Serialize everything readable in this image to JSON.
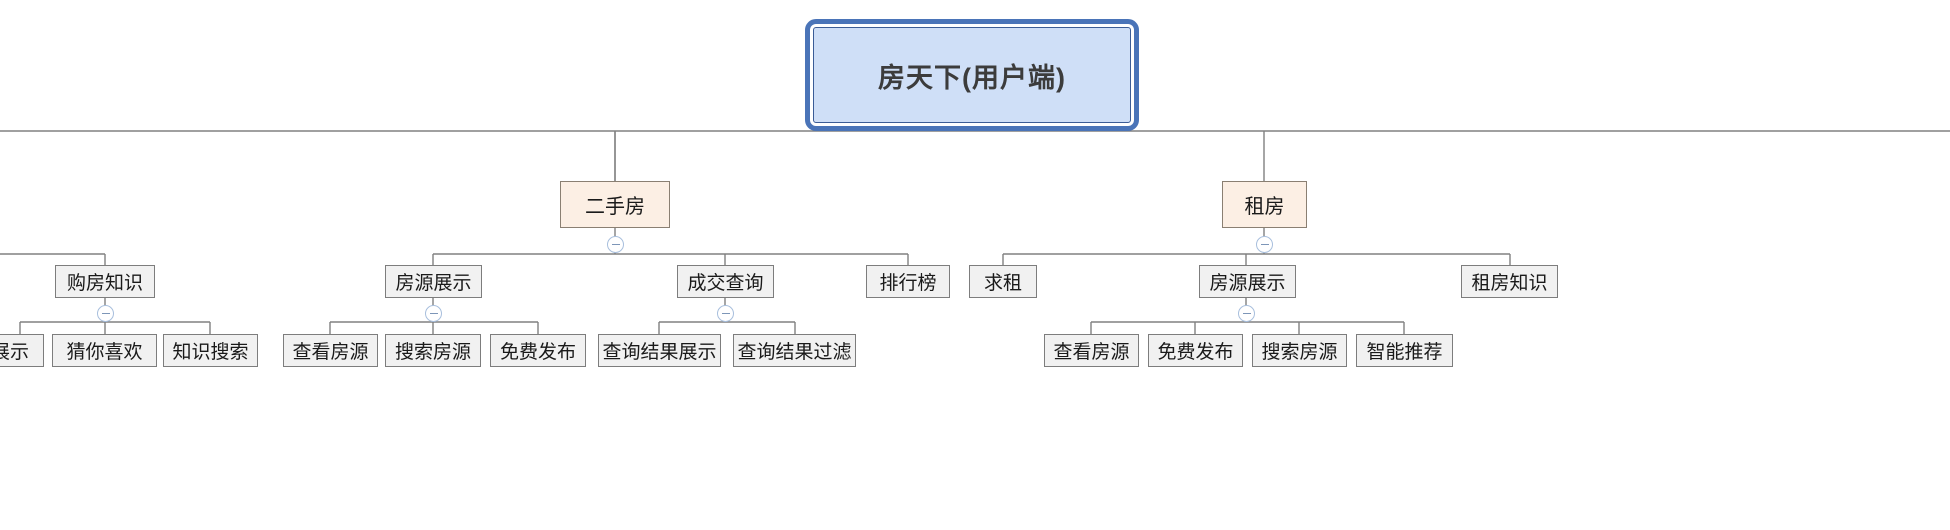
{
  "diagram": {
    "type": "tree",
    "title": "房天下(用户端)",
    "orientation": "top-down",
    "colors": {
      "root_fill": "#cfdff7",
      "root_border": "#4a74b8",
      "category_fill": "#fcefe4",
      "category_border": "#8a7f72",
      "node_fill": "#f1f1f1",
      "node_border": "#7d7d7d",
      "line": "#808080",
      "toggle_border": "#a8bfdd",
      "background": "#ffffff"
    }
  },
  "root": {
    "label": "房天下(用户端)"
  },
  "categories": [
    {
      "id": "cat-ershoufang",
      "label": "二手房",
      "toggle": "minus"
    },
    {
      "id": "cat-zufang",
      "label": "租房",
      "toggle": "minus"
    }
  ],
  "groups": [
    {
      "id": "grp-gofangzhishi",
      "label": "购房知识",
      "toggle": "minus"
    },
    {
      "id": "grp-fangyuan-zhanshi-1",
      "label": "房源展示",
      "toggle": "minus"
    },
    {
      "id": "grp-chengjiao-chaxun",
      "label": "成交查询",
      "toggle": "minus"
    },
    {
      "id": "grp-paihangbang",
      "label": "排行榜",
      "toggle": "none"
    },
    {
      "id": "grp-qiuzu",
      "label": "求租",
      "toggle": "none"
    },
    {
      "id": "grp-fangyuan-zhanshi-2",
      "label": "房源展示",
      "toggle": "minus"
    },
    {
      "id": "grp-zufang-zhishi",
      "label": "租房知识",
      "toggle": "none"
    }
  ],
  "leaves": [
    {
      "id": "leaf-zhanshi",
      "label": "展示",
      "clipped": true
    },
    {
      "id": "leaf-cainixihuan",
      "label": "猜你喜欢"
    },
    {
      "id": "leaf-zhishisousuo",
      "label": "知识搜索"
    },
    {
      "id": "leaf-chakanfangyuan-1",
      "label": "查看房源"
    },
    {
      "id": "leaf-sousuofangyuan-1",
      "label": "搜索房源"
    },
    {
      "id": "leaf-mianfeifabu-1",
      "label": "免费发布"
    },
    {
      "id": "leaf-chaxunjieguozhanshi",
      "label": "查询结果展示"
    },
    {
      "id": "leaf-chaxunjieguoguolv",
      "label": "查询结果过滤"
    },
    {
      "id": "leaf-chakanfangyuan-2",
      "label": "查看房源"
    },
    {
      "id": "leaf-mianfeifabu-2",
      "label": "免费发布"
    },
    {
      "id": "leaf-sousuofangyuan-2",
      "label": "搜索房源"
    },
    {
      "id": "leaf-zhinengtuijian",
      "label": "智能推荐"
    }
  ]
}
